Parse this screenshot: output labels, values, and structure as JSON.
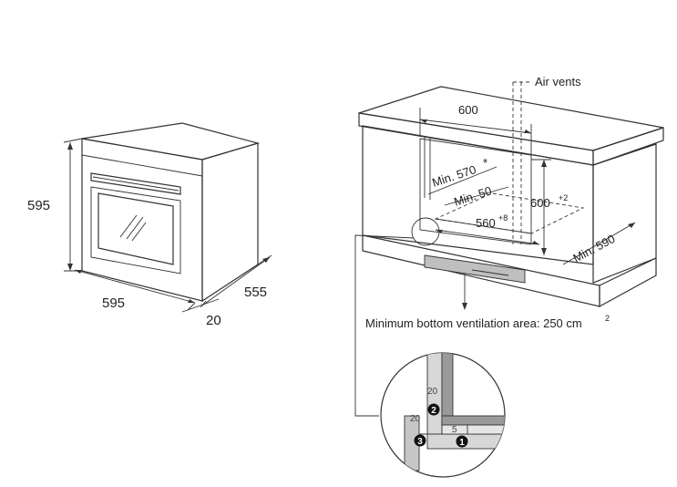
{
  "oven": {
    "height": "595",
    "width": "595",
    "depth": "555",
    "front_offset": "20"
  },
  "installation": {
    "air_vents_label": "Air vents",
    "cabinet_width": "600",
    "min_depth": "Min. 570",
    "min_depth_mark": "*",
    "min_back_gap": "Min. 50",
    "opening_height": "600",
    "opening_height_tolerance": "+2",
    "opening_width": "560",
    "opening_width_tolerance": "+8",
    "min_cabinet_depth": "Min. 590",
    "ventilation_note": "Minimum bottom ventilation area: 250 cm",
    "ventilation_unit_sup": "2"
  },
  "detail": {
    "dim_vertical": "20",
    "dim_horizontal": "20",
    "dim_small": "5",
    "marker_1": "1",
    "marker_2": "2",
    "marker_3": "3"
  }
}
